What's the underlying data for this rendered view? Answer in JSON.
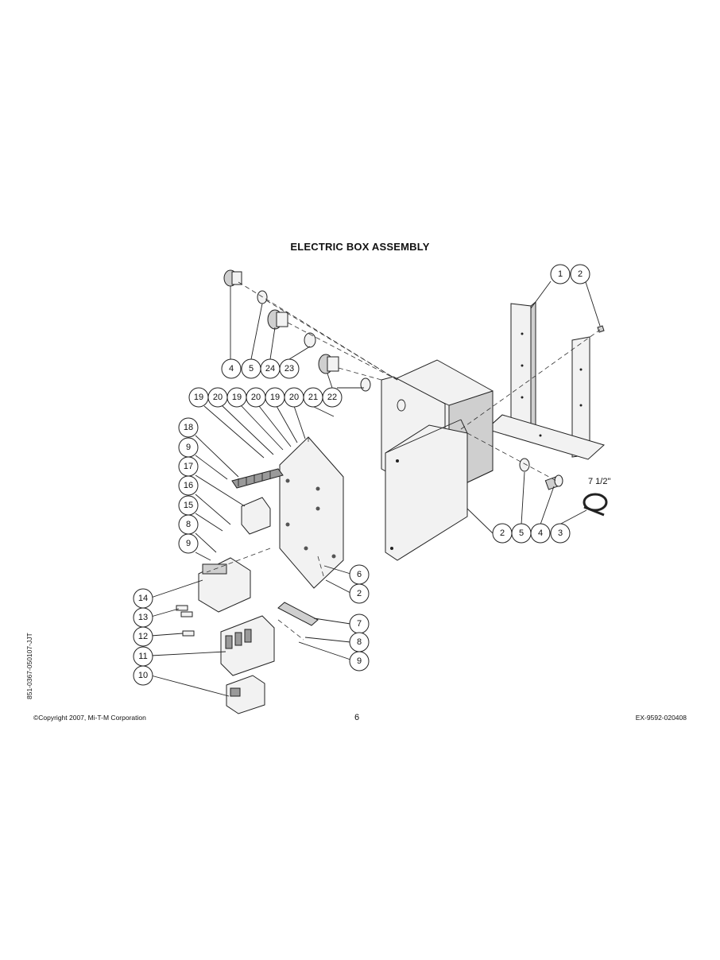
{
  "title": "ELECTRIC BOX ASSEMBLY",
  "cable_length_label": "7 1/2\"",
  "footer": {
    "copyright": "©Copyright 2007, Mi-T-M Corporation",
    "page_number": "6",
    "doc_code": "EX-9592-020408"
  },
  "side_code": "851-0367-050107-JJT",
  "callouts": [
    "1",
    "2",
    "4",
    "5",
    "24",
    "23",
    "22",
    "19",
    "20",
    "19",
    "20",
    "19",
    "20",
    "21",
    "18",
    "9",
    "17",
    "16",
    "15",
    "8",
    "9",
    "14",
    "13",
    "12",
    "11",
    "10",
    "6",
    "2",
    "7",
    "8",
    "9",
    "2",
    "5",
    "4",
    "3"
  ]
}
